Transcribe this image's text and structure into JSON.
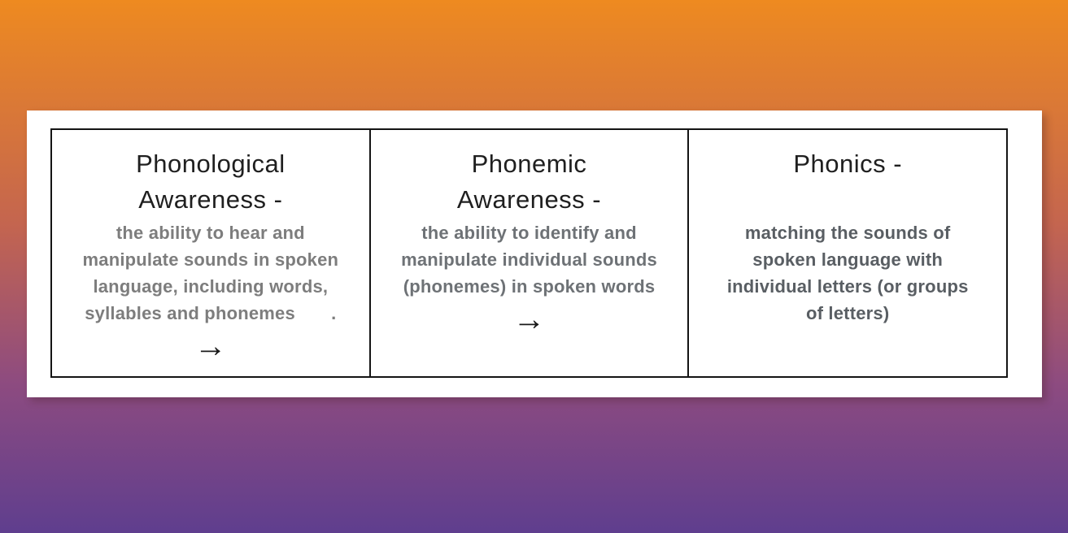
{
  "slide": {
    "background": {
      "top_color": "#EE8A20",
      "mid_color": "#C4654F",
      "lower_mid_color": "#8D4B80",
      "bottom_color": "#5F3E8E"
    },
    "panel": {
      "bg_color": "#FFFFFF",
      "border_color": "#141414"
    },
    "table": {
      "cells": [
        {
          "title": "Phonological\nAwareness -",
          "title_color": "#1f1f1f",
          "description": "the ability to hear and\nmanipulate sounds in spoken\nlanguage, including words,\nsyllables and phonemes       .",
          "description_color": "#7d7d7d",
          "arrow": "→"
        },
        {
          "title": "Phonemic\nAwareness -",
          "title_color": "#1f1f1f",
          "description": "the ability to identify and\nmanipulate individual sounds\n(phonemes) in spoken words",
          "description_color": "#6e7276",
          "arrow": "→"
        },
        {
          "title": "Phonics -",
          "title_color": "#1f1f1f",
          "description": "matching the sounds of\nspoken language with\nindividual letters (or groups\nof letters)",
          "description_color": "#595e63"
        }
      ]
    }
  }
}
